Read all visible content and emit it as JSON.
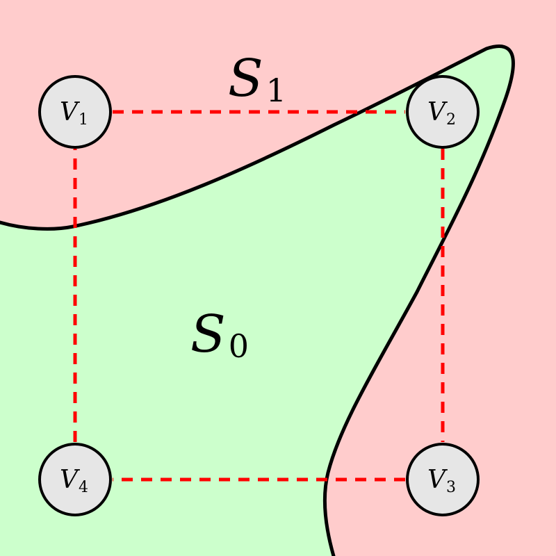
{
  "colors": {
    "s1_fill": "#ffcccc",
    "s0_fill": "#ccffcc",
    "boundary_stroke": "#000000",
    "edge_stroke": "#ff0000",
    "vertex_fill": "#e6e6e6",
    "vertex_stroke": "#000000"
  },
  "regions": {
    "s1": {
      "letter": "S",
      "subscript": "1"
    },
    "s0": {
      "letter": "S",
      "subscript": "0"
    }
  },
  "vertices": {
    "v1": {
      "letter": "V",
      "subscript": "1"
    },
    "v2": {
      "letter": "V",
      "subscript": "2"
    },
    "v3": {
      "letter": "V",
      "subscript": "3"
    },
    "v4": {
      "letter": "V",
      "subscript": "4"
    }
  }
}
